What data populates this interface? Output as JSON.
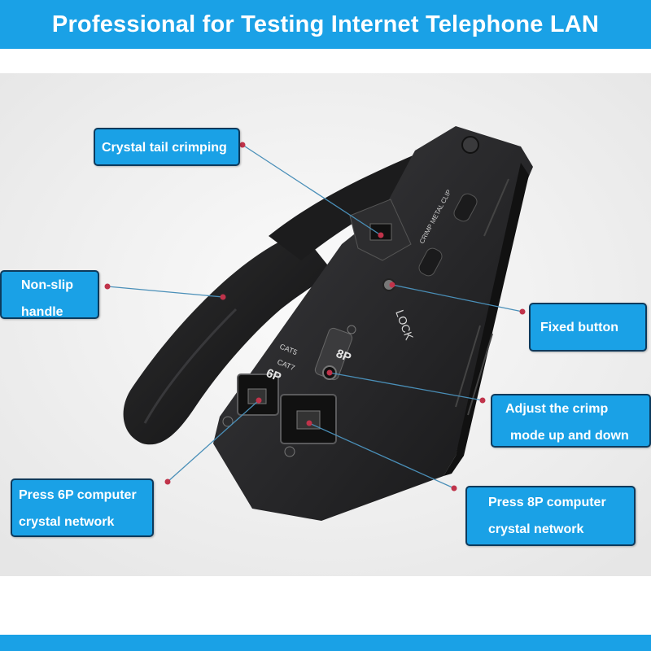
{
  "header": {
    "title": "Professional for Testing Internet Telephone LAN"
  },
  "colors": {
    "accent": "#1aa1e6",
    "callout_border": "#0d3a5c",
    "tool_body": "#2a2a2c",
    "background": "#f2f2f2"
  },
  "tool_labels": {
    "crimp_metal_clip": "CRIMP METAL CLIP",
    "lock": "LOCK",
    "cat5": "CAT5",
    "cat7": "CAT7",
    "p6": "6P",
    "p8": "8P"
  },
  "callouts": {
    "crystal": {
      "line1": "Crystal tail crimping"
    },
    "nonslip": {
      "line1": "Non-slip",
      "line2": "handle"
    },
    "fixed": {
      "line1": "Fixed button"
    },
    "adjust": {
      "line1": "Adjust the crimp",
      "line2": "mode up and down"
    },
    "press6": {
      "line1": "Press 6P computer",
      "line2": "crystal network"
    },
    "press8": {
      "line1": "Press 8P computer",
      "line2": "crystal network"
    }
  }
}
